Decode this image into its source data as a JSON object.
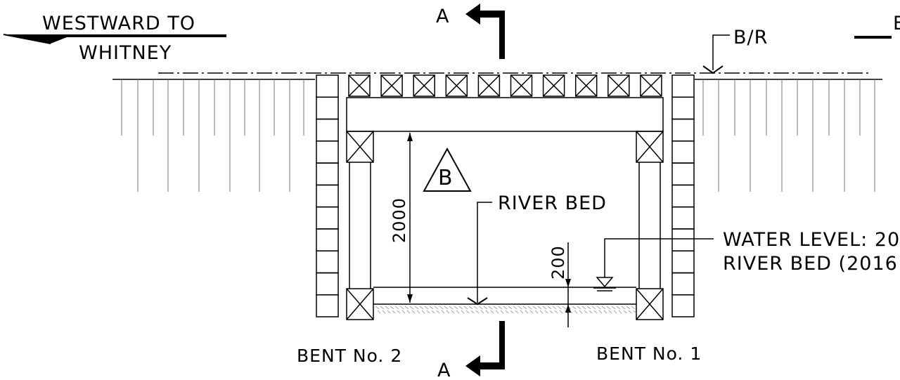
{
  "labels": {
    "direction_west_line1": "WESTWARD TO",
    "direction_west_line2": "WHITNEY",
    "direction_east_partial": "E",
    "section_letter_top": "A",
    "section_letter_bottom": "A",
    "reference_line": "B/R",
    "marker_letter": "B",
    "river_bed": "RIVER BED",
    "water_level_line1": "WATER LEVEL: 20",
    "water_level_line2": "RIVER BED (2016",
    "bent_left": "BENT No. 2",
    "bent_right": "BENT No. 1"
  },
  "dimensions": {
    "clear_height": "2000",
    "water_depth": "200"
  },
  "colors": {
    "line": "#000000",
    "background": "#ffffff",
    "hatch": "#888888"
  }
}
